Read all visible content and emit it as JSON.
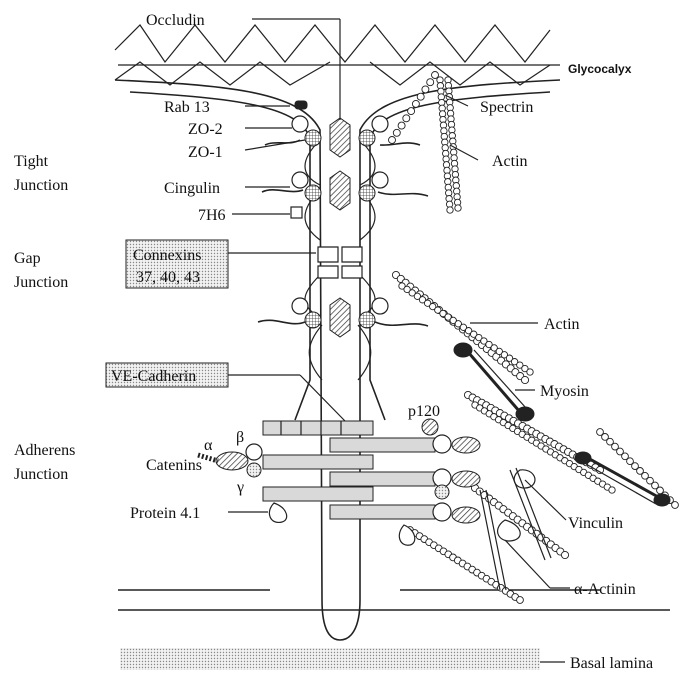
{
  "labels": {
    "occludin": "Occludin",
    "glycocalyx": "Glycocalyx",
    "rab13": "Rab 13",
    "spectrin": "Spectrin",
    "zo2": "ZO-2",
    "zo1": "ZO-1",
    "actin_top": "Actin",
    "tight_junction_1": "Tight",
    "tight_junction_2": "Junction",
    "cingulin": "Cingulin",
    "h7h6": "7H6",
    "gap_junction_1": "Gap",
    "gap_junction_2": "Junction",
    "connexins_1": "Connexins",
    "connexins_2": "37, 40, 43",
    "actin_mid": "Actin",
    "ve_cadherin": "VE-Cadherin",
    "myosin": "Myosin",
    "p120": "p120",
    "adherens_1": "Adherens",
    "adherens_2": "Junction",
    "alpha": "α",
    "beta": "β",
    "gamma": "γ",
    "catenins": "Catenins",
    "protein41": "Protein 4.1",
    "vinculin": "Vinculin",
    "alpha_actinin": "α-Actinin",
    "basal_lamina": "Basal lamina"
  },
  "colors": {
    "line": "#222222",
    "stipple": "#d8d8d8",
    "background": "#ffffff"
  }
}
